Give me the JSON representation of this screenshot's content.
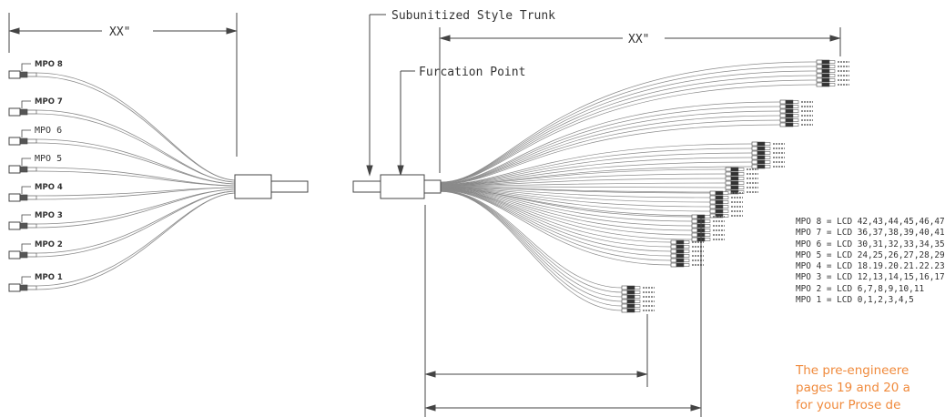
{
  "left_assembly": {
    "length_label": "XX\"",
    "mpo_labels": [
      "MPO 8",
      "MPO 7",
      "MPO 6",
      "MPO 5",
      "MPO 4",
      "MPO 3",
      "MPO 2",
      "MPO 1"
    ]
  },
  "right_assembly": {
    "trunk_label": "Subunitized Style Trunk",
    "furcation_label": "Furcation Point",
    "length_label": "XX\""
  },
  "mapping": [
    "MPO 8 = LCD 42,43,44,45,46,47",
    "MPO 7 = LCD 36,37,38,39,40,41",
    "MPO 6 = LCD 30,31,32,33,34,35",
    "MPO 5 = LCD 24,25,26,27,28,29",
    "MPO 4 = LCD 18.19.20.21.22.23",
    "MPO 3 = LCD 12,13,14,15,16,17",
    "MPO 2 = LCD 6,7,8,9,10,11",
    "MPO 1 = LCD 0,1,2,3,4,5"
  ],
  "note_lines": [
    "The pre-engineere",
    "pages 19 and 20 a",
    "for your Prose de"
  ],
  "colors": {
    "line": "#444444",
    "fiber": "#8a8a8a",
    "note": "#f08a3c"
  }
}
